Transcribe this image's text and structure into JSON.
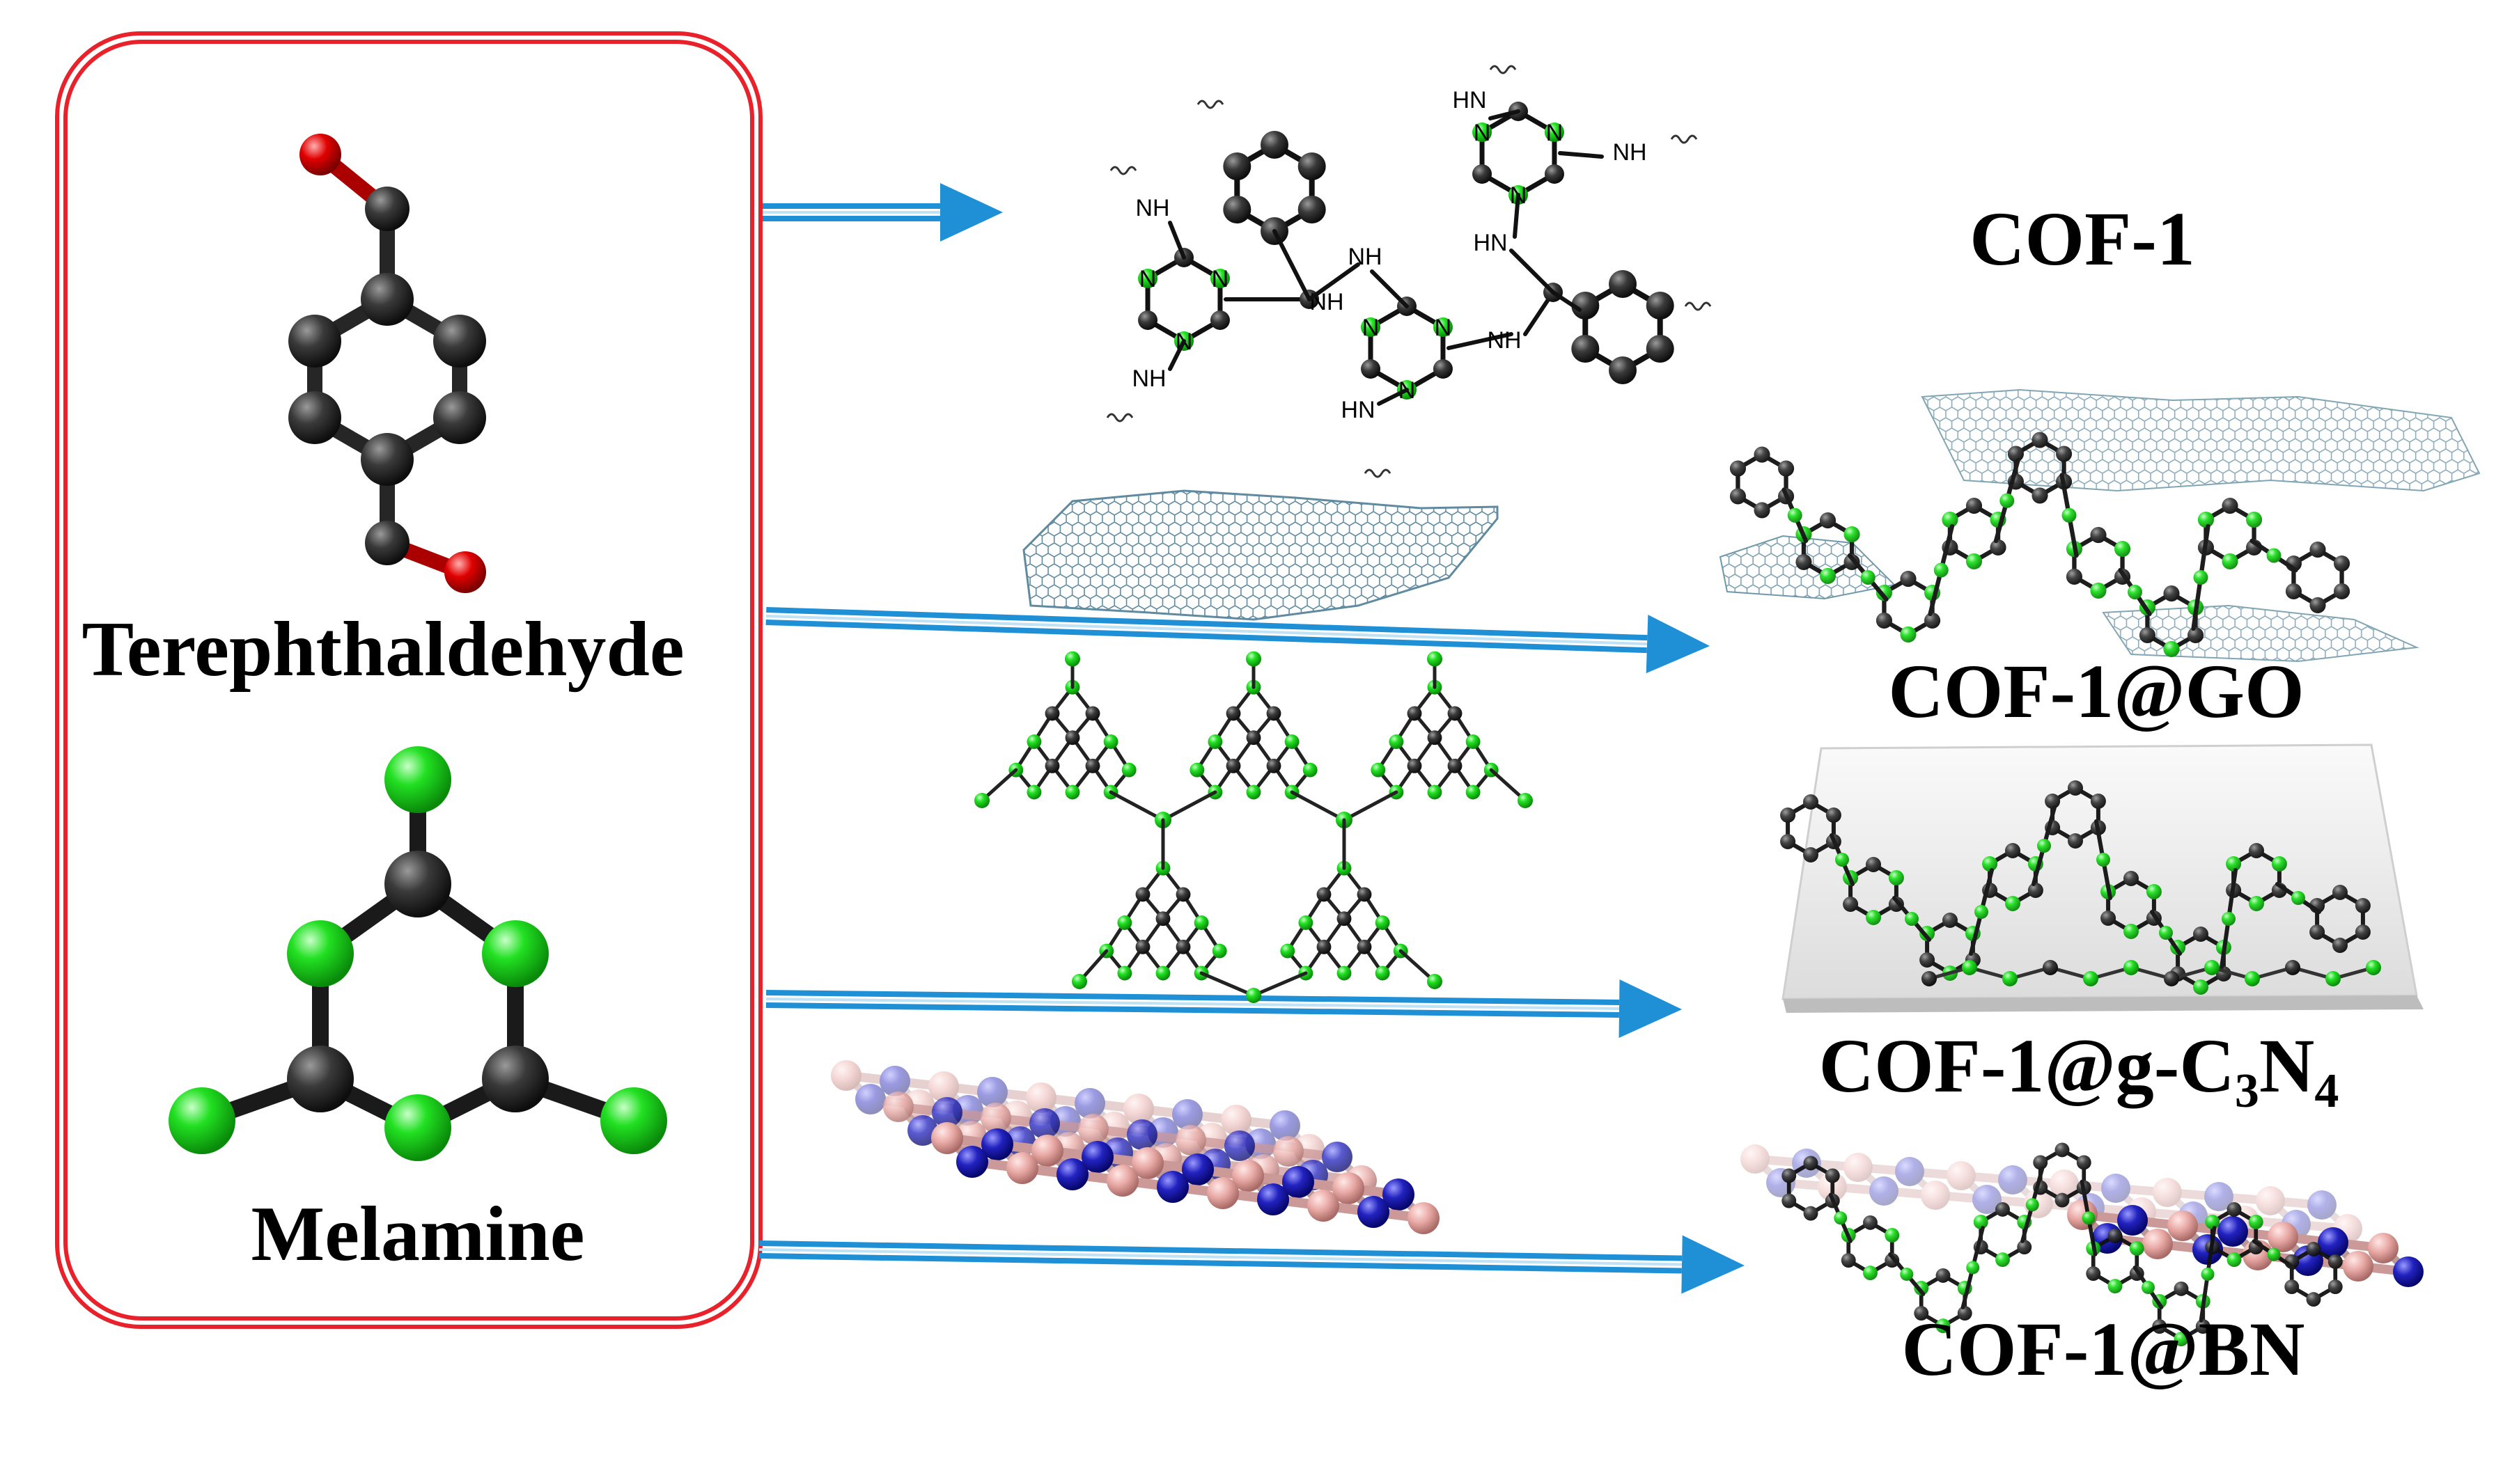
{
  "reactants": {
    "terephthaldehyde": {
      "name": "Terephthaldehyde"
    },
    "melamine": {
      "name": "Melamine"
    }
  },
  "products": {
    "cof1": {
      "name": "COF-1"
    },
    "cof1_go": {
      "name": "COF-1@GO"
    },
    "cof1_gc3n4": {
      "prefix": "COF-1@g-C",
      "sub1": "3",
      "mid": "N",
      "sub2": "4"
    },
    "cof1_bn": {
      "name": "COF-1@BN"
    }
  },
  "structure_labels": {
    "nh": "NH",
    "hn": "HN",
    "n": "N"
  },
  "colors": {
    "frame": "#e8212a",
    "arrow": "#1f8fd6",
    "carbon": "#2b2b2b",
    "nitrogen": "#22dd22",
    "oxygen": "#e30000",
    "graphene": "#6a8fa0",
    "boron": "#e9a9a6",
    "bn_nitrogen": "#1e1eb4"
  }
}
